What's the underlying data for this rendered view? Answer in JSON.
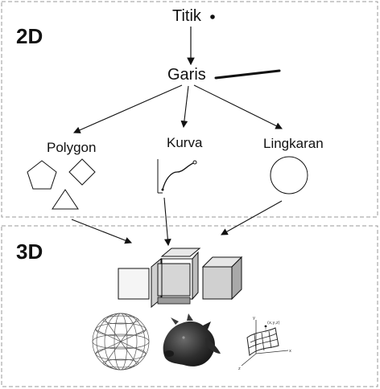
{
  "sections": {
    "top_label": "2D",
    "bottom_label": "3D"
  },
  "nodes": {
    "titik": "Titik",
    "garis": "Garis",
    "polygon": "Polygon",
    "kurva": "Kurva",
    "lingkaran": "Lingkaran"
  },
  "surface_axes": {
    "x": "x",
    "y": "y",
    "z": "z",
    "point": "(x,y,z)"
  },
  "icons": [
    "point-dot-icon",
    "line-stroke-icon",
    "pentagon-icon",
    "diamond-icon",
    "triangle-icon",
    "curve-icon",
    "circle-icon",
    "cube-icon",
    "sphere-wireframe-icon",
    "cow-model-icon",
    "surface-patch-icon"
  ],
  "colors": {
    "line": "#111111",
    "dashed_border": "#9a9a9a",
    "cube_face_light": "#f5f5f5",
    "cube_face_mid": "#d4d4d4",
    "cube_face_dark": "#a9a9a9",
    "cow": "#2b2b2b"
  }
}
